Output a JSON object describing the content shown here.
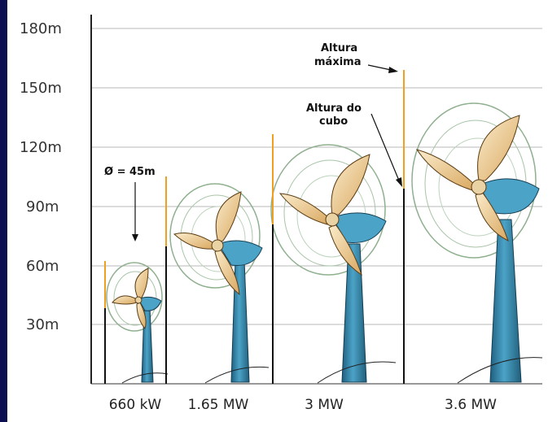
{
  "axis": {
    "ticks": [
      {
        "label": "30m",
        "value": 30
      },
      {
        "label": "60m",
        "value": 60
      },
      {
        "label": "90m",
        "value": 90
      },
      {
        "label": "120m",
        "value": 120
      },
      {
        "label": "150m",
        "value": 150
      },
      {
        "label": "180m",
        "value": 180
      }
    ]
  },
  "turbines": [
    {
      "label": "660 kW"
    },
    {
      "label": "1.65 MW"
    },
    {
      "label": "3 MW"
    },
    {
      "label": "3.6 MW"
    }
  ],
  "annotations": {
    "diameter": "Ø = 45m",
    "max_height_line1": "Altura",
    "max_height_line2": "máxima",
    "hub_height_line1": "Altura do",
    "hub_height_line2": "cubo"
  },
  "colors": {
    "background": "#ffffff",
    "edge": "#0b0f52",
    "grid": "#b8b8b8",
    "pole": "#111111",
    "height_marker": "#f0a020",
    "tower": "#3a8aad",
    "blade": "#f3d9a4",
    "ring": "#8fb08f"
  }
}
